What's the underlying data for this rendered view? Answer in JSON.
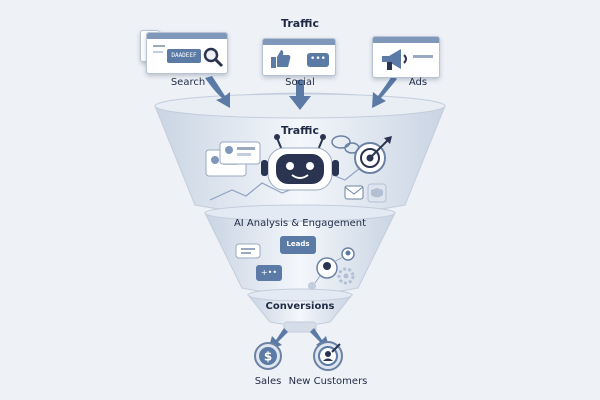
{
  "header": {
    "traffic_title": "Traffic"
  },
  "sources": [
    {
      "label": "Search",
      "icon": "search-icon"
    },
    {
      "label": "Social",
      "icon": "thumbs-up-icon"
    },
    {
      "label": "Ads",
      "icon": "megaphone-icon"
    }
  ],
  "search_card_text": "DAADEEF",
  "funnel": {
    "stage1": "Traffic",
    "stage2": "AI Analysis & Engagement",
    "stage3": "Conversions"
  },
  "leads_badge": "Leads",
  "outcomes": [
    {
      "label": "Sales",
      "icon": "dollar-icon"
    },
    {
      "label": "New Customers",
      "icon": "customer-target-icon"
    }
  ],
  "colors": {
    "accent": "#5b7aa6",
    "dark": "#2a3450",
    "funnel": "#e3e9f2"
  }
}
